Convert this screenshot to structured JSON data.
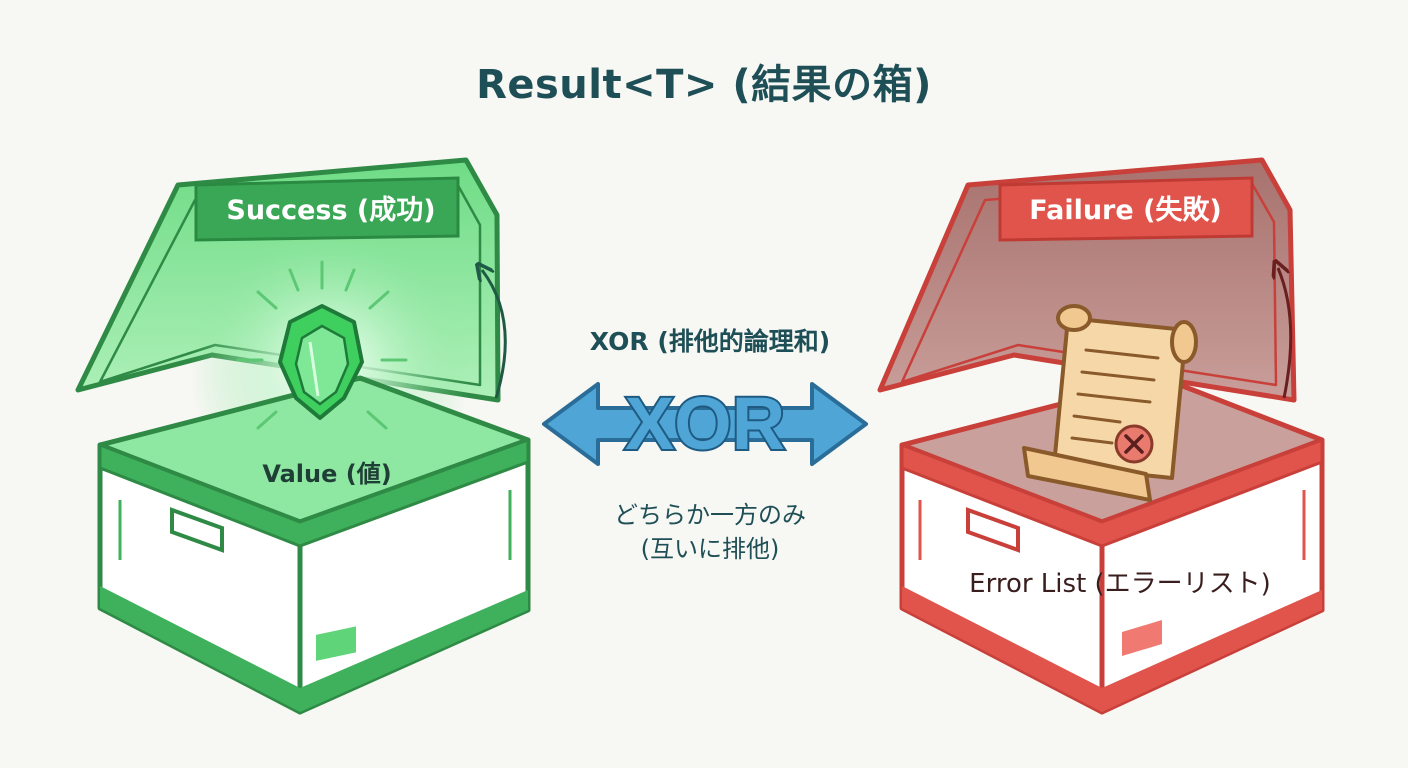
{
  "title": "Result<T> (結果の箱)",
  "success": {
    "tab_label": "Success (成功)",
    "content_label": "Value (値)",
    "color": "#2e9a4a",
    "fill": "#5fd479"
  },
  "failure": {
    "tab_label": "Failure (失敗)",
    "content_label": "Error List (エラーリスト)",
    "color": "#d84a42",
    "fill": "#b98a86"
  },
  "relation": {
    "caption": "XOR (排他的論理和)",
    "symbol": "XOR",
    "note_line1": "どちらか一方のみ",
    "note_line2": "(互いに排他)",
    "color": "#3a8fc0"
  }
}
